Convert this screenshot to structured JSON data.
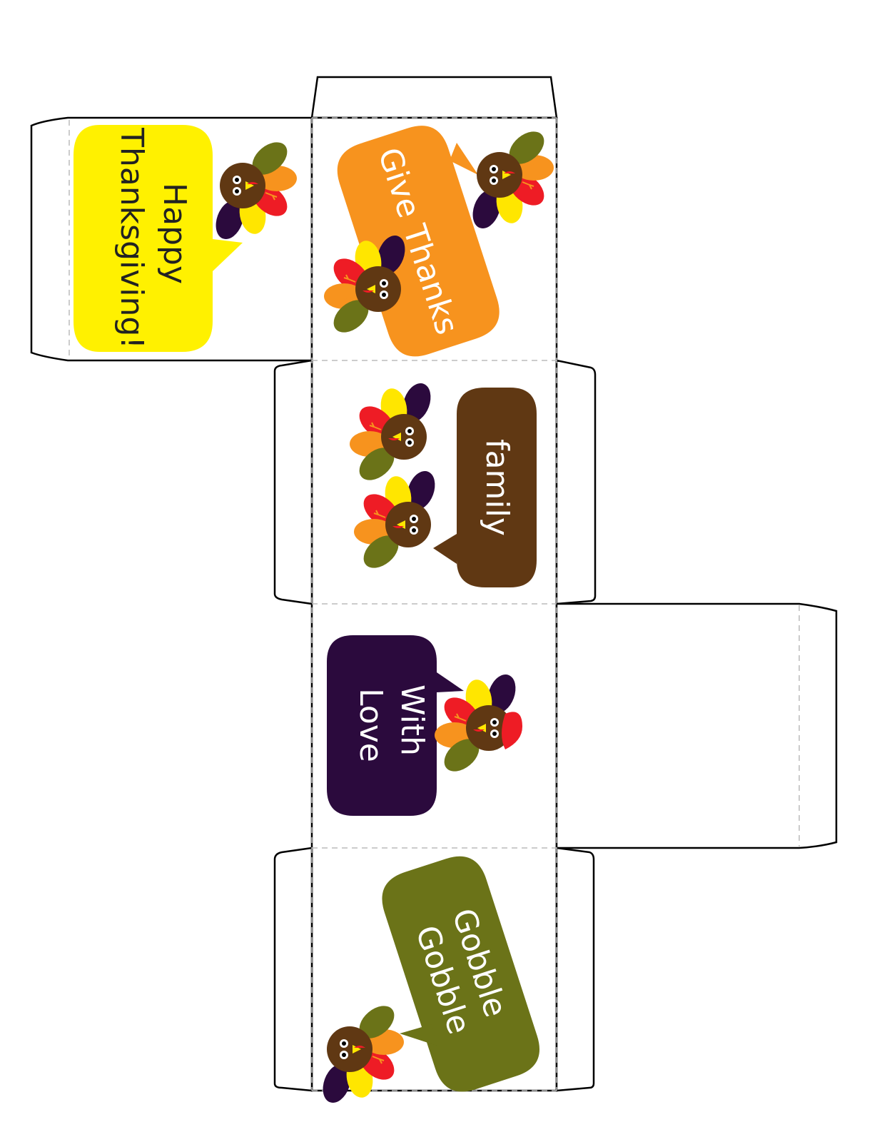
{
  "template": {
    "panels": {
      "happy": {
        "line1": "Happy",
        "line2": "Thanksgiving!"
      },
      "give": {
        "text": "Give Thanks"
      },
      "family": {
        "text": "family"
      },
      "love": {
        "line1": "With",
        "line2": "Love"
      },
      "gobble": {
        "line1": "Gobble",
        "line2": "Gobble"
      }
    }
  },
  "colors": {
    "yellow": "#FFF100",
    "orange": "#F7931E",
    "brown": "#603813",
    "purple": "#2B0A3D",
    "olive": "#6B7318",
    "red": "#EE1C25",
    "feather_orange": "#F7931E",
    "feather_yellow": "#FFE600",
    "feather_green": "#6B7318",
    "feather_purple": "#2B0A3D"
  },
  "icons": [
    "turkey-icon",
    "speech-bubble-icon",
    "dashed-fold-line"
  ]
}
